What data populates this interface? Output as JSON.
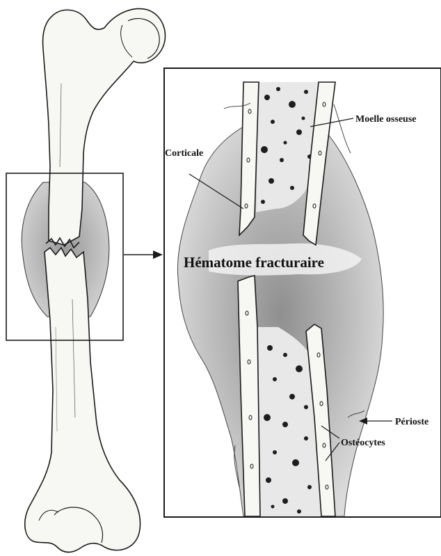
{
  "labels": {
    "moelle": "Moelle osseuse",
    "corticale": "Corticale",
    "hematome": "Hématome fracturaire",
    "perioste": "Périoste",
    "osteocytes": "Ostéocytes"
  },
  "colors": {
    "line": "#1a1a1a",
    "bone": "#f7f7f3",
    "hematoma_light": "#d9d9d9",
    "hematoma_dark": "#9c9c9c",
    "marrow_dark": "#1e1e1e"
  }
}
